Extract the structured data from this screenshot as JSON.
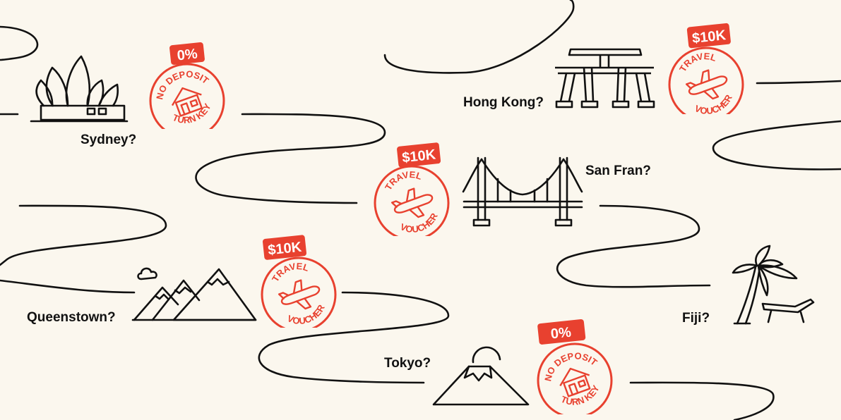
{
  "colors": {
    "background": "#FBF7EE",
    "ink": "#111111",
    "stamp": "#E8412F",
    "stamp_text": "#FFFFFF"
  },
  "destinations": [
    {
      "name": "Sydney?",
      "icon": "opera-house-icon"
    },
    {
      "name": "Hong Kong?",
      "icon": "torii-gate-icon"
    },
    {
      "name": "San Fran?",
      "icon": "golden-gate-bridge-icon"
    },
    {
      "name": "Queenstown?",
      "icon": "mountains-icon"
    },
    {
      "name": "Fiji?",
      "icon": "palm-tree-icon"
    },
    {
      "name": "Tokyo?",
      "icon": "mount-fuji-icon"
    }
  ],
  "stamps": [
    {
      "badge": "0%",
      "top_text": "NO DEPOSIT",
      "bottom_text": "TURN KEY",
      "icon": "house-icon"
    },
    {
      "badge": "$10K",
      "top_text": "TRAVEL",
      "bottom_text": "VOUCHER",
      "icon": "airplane-icon"
    },
    {
      "badge": "$10K",
      "top_text": "TRAVEL",
      "bottom_text": "VOUCHER",
      "icon": "airplane-icon"
    },
    {
      "badge": "$10K",
      "top_text": "TRAVEL",
      "bottom_text": "VOUCHER",
      "icon": "airplane-icon"
    },
    {
      "badge": "0%",
      "top_text": "NO DEPOSIT",
      "bottom_text": "TURN KEY",
      "icon": "house-icon"
    }
  ]
}
